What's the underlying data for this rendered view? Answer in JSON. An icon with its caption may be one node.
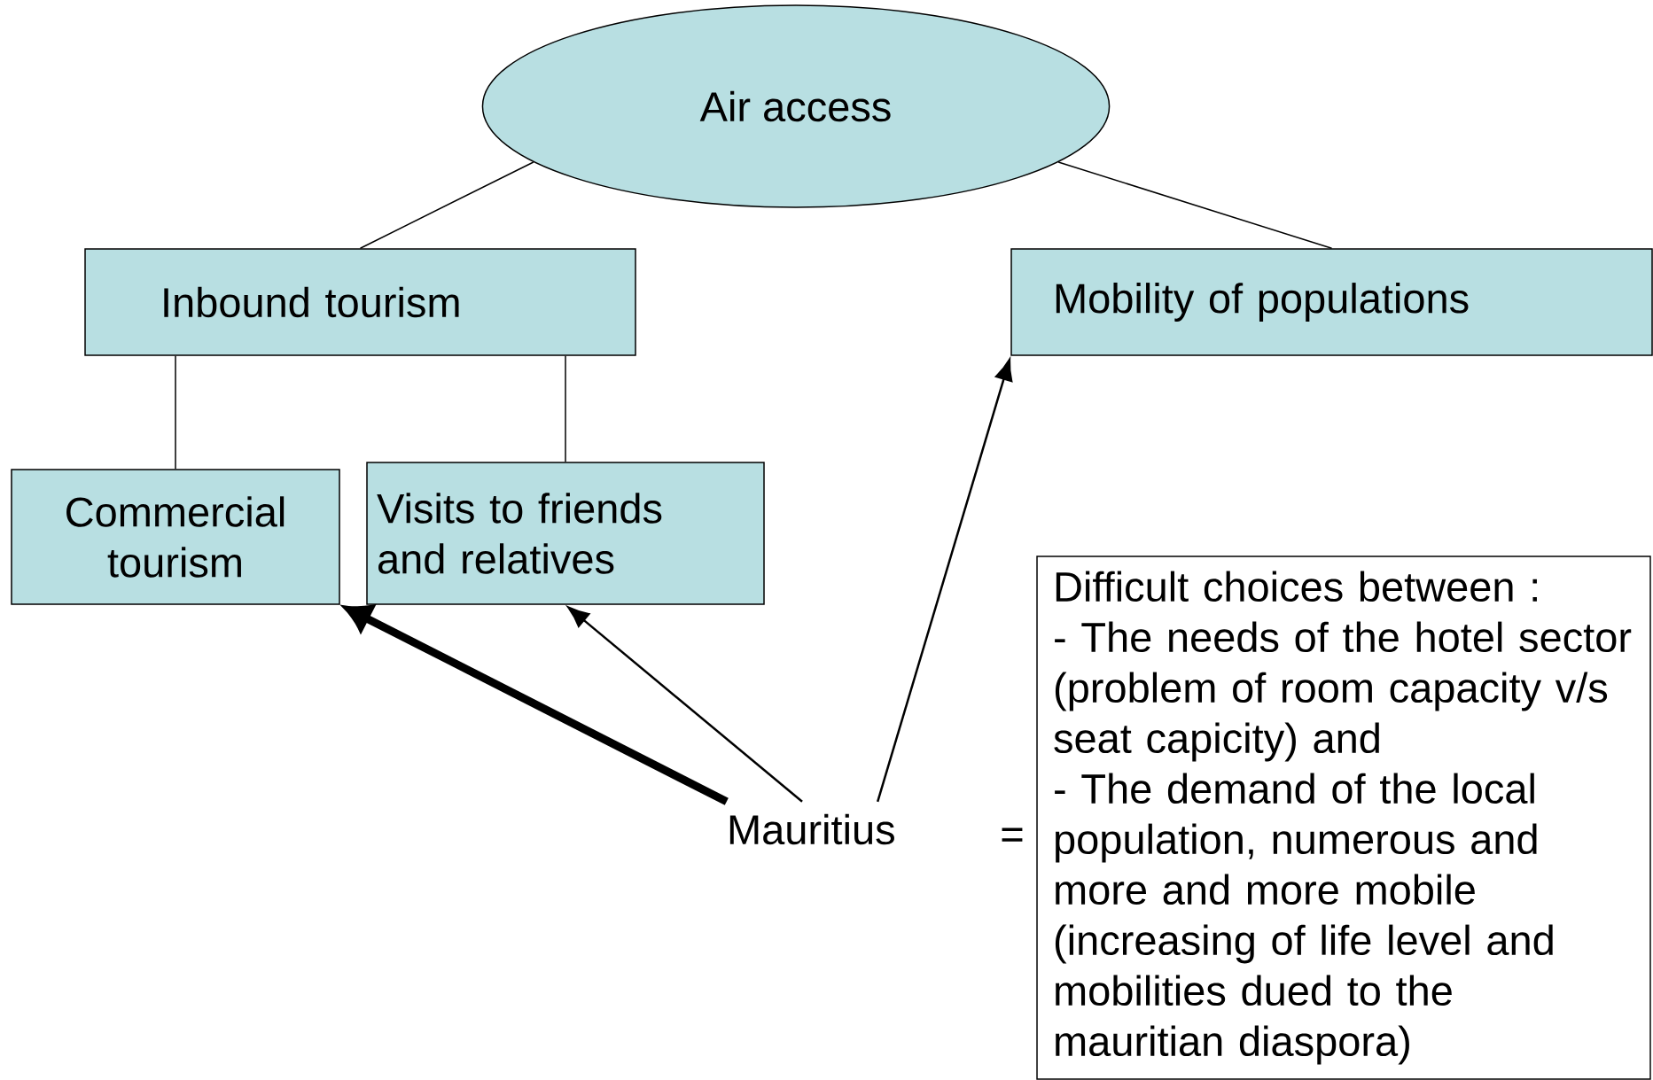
{
  "diagram": {
    "nodes": [
      {
        "text": [
          "Air access"
        ]
      },
      {
        "text": [
          "Inbound tourism"
        ]
      },
      {
        "text": [
          "Commercial tourism"
        ]
      },
      {
        "text": [
          "Visits to friends and relatives"
        ]
      },
      {
        "text": [
          "Mobility of populations"
        ]
      },
      {
        "text": [
          "Mauritius"
        ]
      },
      {
        "text": [
          "Difficult choices between :",
          "- The needs of the hotel sector (problem of room capacity v/s seat capicity) and",
          "- The demand of the local population, numerous and more and more mobile (increasing of life level and mobilities dued to the mauritian diaspora)"
        ]
      }
    ],
    "edges": [
      {
        "from": 0,
        "to": 1,
        "arrow": "none"
      },
      {
        "from": 0,
        "to": 4,
        "arrow": "none"
      },
      {
        "from": 1,
        "to": 2,
        "arrow": "none"
      },
      {
        "from": 1,
        "to": 3,
        "arrow": "none"
      },
      {
        "from": 5,
        "to": 2,
        "arrow": "to",
        "style": "thick"
      },
      {
        "from": 5,
        "to": 3,
        "arrow": "to"
      },
      {
        "from": 5,
        "to": 4,
        "arrow": "to"
      }
    ],
    "labels": [
      "="
    ]
  }
}
